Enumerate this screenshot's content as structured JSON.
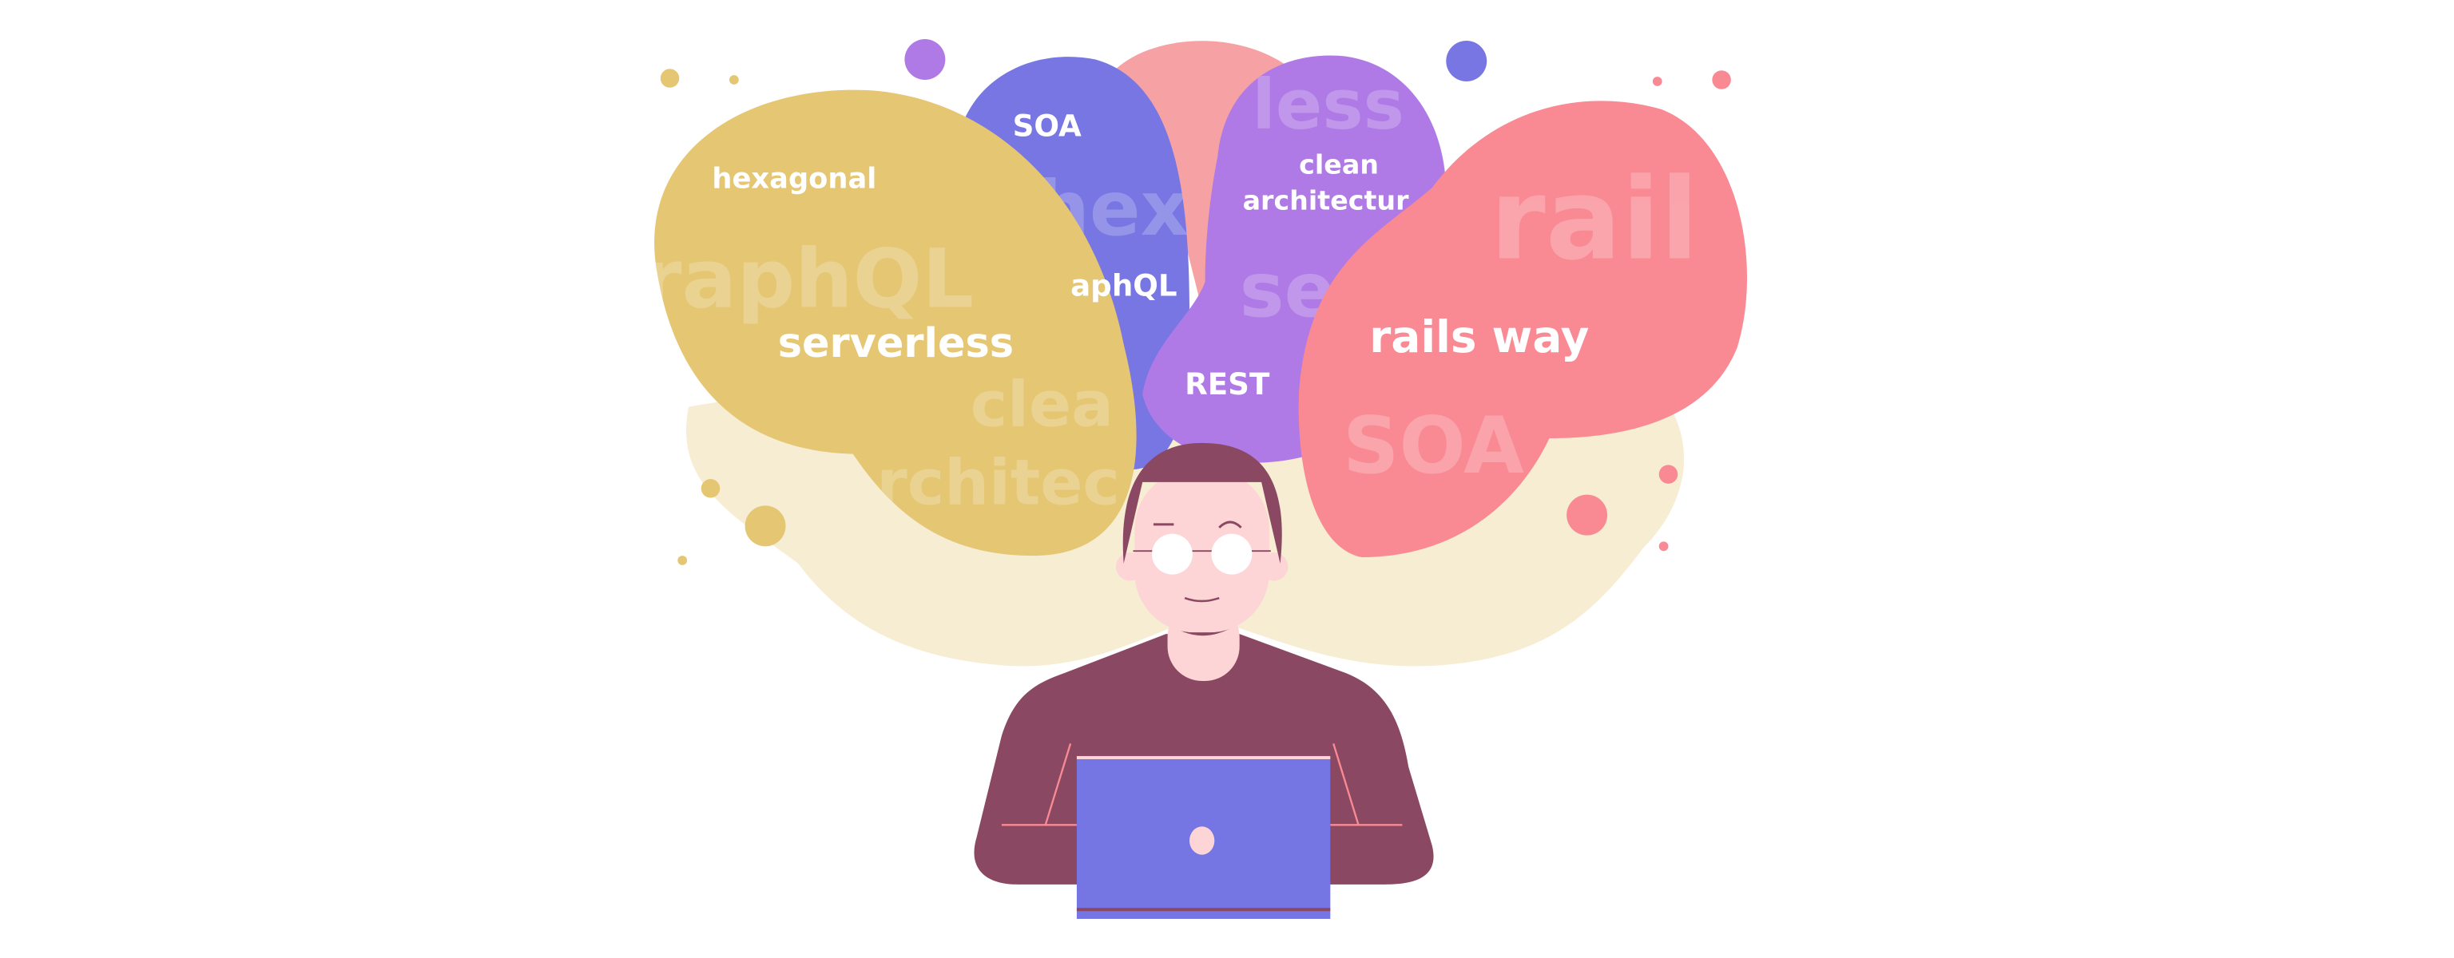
{
  "colors": {
    "yellow": "#e5c673",
    "blue": "#7776e3",
    "pink_back": "#f6a1a3",
    "purple": "#b07ae6",
    "pink_front": "#f98a94",
    "sand": "#ecd79c",
    "maroon": "#8b4862",
    "skin": "#fdd5d6",
    "laptop": "#7575e3"
  },
  "bubbles": {
    "yellow": {
      "label1": "hexagonal",
      "label2": "serverless",
      "faded1": "raphQL",
      "faded2": "clea",
      "faded3": "rchitec"
    },
    "blue": {
      "label1": "SOA",
      "label2": "aphQL",
      "faded1": "hex"
    },
    "purple": {
      "label1": "clean",
      "label2": "architectur",
      "label3": "REST",
      "faded1": "less",
      "faded2": "se"
    },
    "pink": {
      "label1": "rails way",
      "faded1": "rail",
      "faded2": "SOA"
    }
  }
}
